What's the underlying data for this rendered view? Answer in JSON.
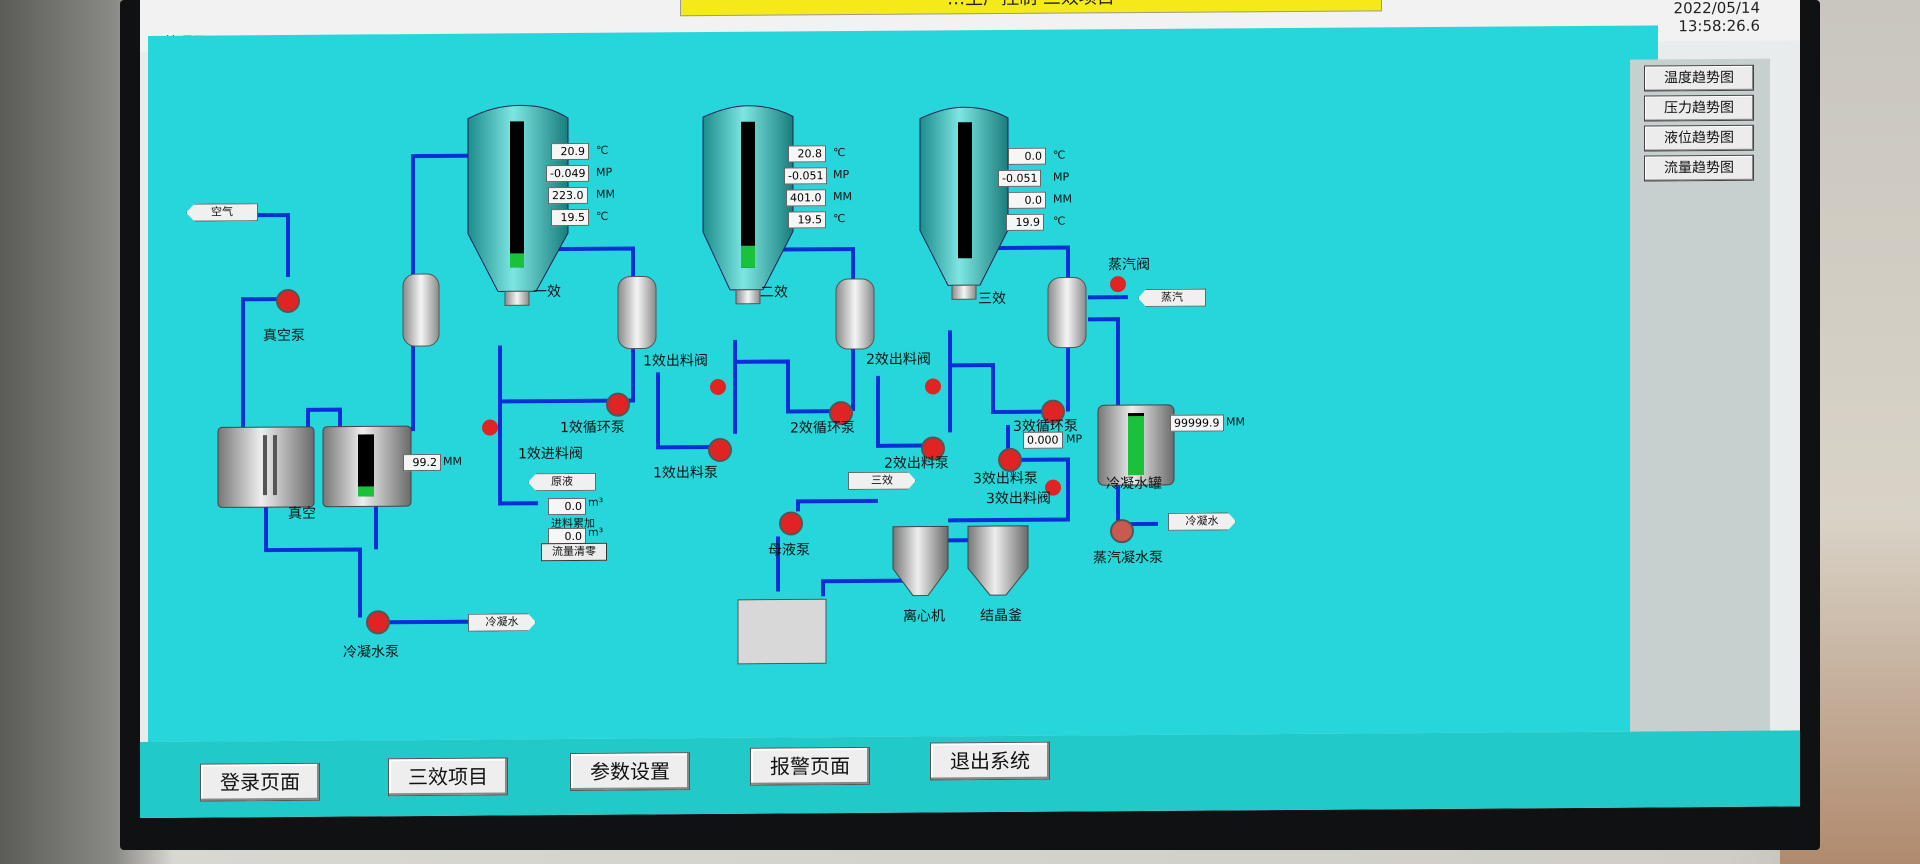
{
  "header": {
    "title_banner": "…生产控制 三效项目",
    "date": "2022/05/14",
    "time": "13:58:26.6",
    "page_label": "三效项目"
  },
  "trend_buttons": [
    "温度趋势图",
    "压力趋势图",
    "液位趋势图",
    "流量趋势图"
  ],
  "nav_buttons": [
    "登录页面",
    "三效项目",
    "参数设置",
    "报警页面",
    "退出系统"
  ],
  "effect1": {
    "name": "一效",
    "temp": "20.9",
    "temp_unit": "℃",
    "pressure": "-0.049",
    "pressure_unit": "MP",
    "level": "223.0",
    "level_unit": "MM",
    "temp2": "19.5",
    "temp2_unit": "℃",
    "level_fill": 0.08
  },
  "effect2": {
    "name": "二效",
    "temp": "20.8",
    "temp_unit": "℃",
    "pressure": "-0.051",
    "pressure_unit": "MP",
    "level": "401.0",
    "level_unit": "MM",
    "temp2": "19.5",
    "temp2_unit": "℃",
    "level_fill": 0.14
  },
  "effect3": {
    "name": "三效",
    "temp": "0.0",
    "temp_unit": "℃",
    "pressure": "-0.051",
    "pressure_unit": "MP",
    "level": "0.0",
    "level_unit": "MM",
    "temp2": "19.9",
    "temp2_unit": "℃",
    "level_fill": 0.0
  },
  "vacuum": {
    "tank_label": "真空",
    "level": "99.2",
    "level_unit": "MM",
    "level_fill": 0.12
  },
  "condensate": {
    "label": "冷凝水罐",
    "level": "99999.9",
    "level_unit": "MM",
    "level_fill": 0.95,
    "pressure": "0.000",
    "pressure_unit": "MP"
  },
  "feed": {
    "flow1": "0.0",
    "flow1_unit": "m³",
    "accum_label": "进料累加",
    "flow2": "0.0",
    "flow2_unit": "m³",
    "reset_button": "流量清零"
  },
  "labels": {
    "air": "空气",
    "vacuum_pump": "真空泵",
    "condensate_pump": "冷凝水泵",
    "cooling_water1": "冷凝水",
    "cooling_water2": "冷凝水",
    "raw_liquid": "原液",
    "feed_valve": "1效进料阀",
    "circ_pump1": "1效循环泵",
    "out_valve1": "1效出料阀",
    "out_pump1": "1效出料泵",
    "circ_pump2": "2效循环泵",
    "out_valve2": "2效出料阀",
    "out_pump2": "2效出料泵",
    "circ_pump3": "3效循环泵",
    "out_pump3": "3效出料泵",
    "out_valve3": "3效出料阀",
    "steam_valve": "蒸汽阀",
    "steam": "蒸汽",
    "mother_pump": "母液泵",
    "third_effect_tag": "三效",
    "centrifuge": "离心机",
    "crystallizer": "结晶釜",
    "steam_condensate_pump": "蒸汽凝水泵"
  },
  "colors": {
    "background": "#27d6da",
    "pipe": "#0a2fd6",
    "pump": "#e02424",
    "level": "#19c23a"
  }
}
